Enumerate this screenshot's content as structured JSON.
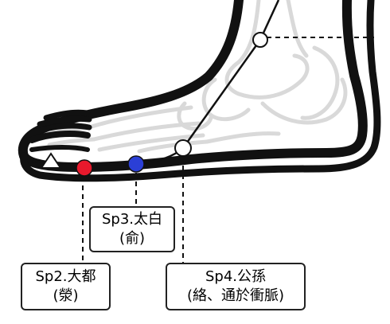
{
  "diagram": {
    "labels": {
      "sp3": {
        "name": "Sp3.太白",
        "note": "(俞)"
      },
      "sp2": {
        "name": "Sp2.大都",
        "note": "(滎)"
      },
      "sp4": {
        "name": "Sp4.公孫",
        "note": "(絡、通於衝脈)"
      }
    },
    "colors": {
      "outline": "#111111",
      "bone": "#d9d9d9",
      "marker_sp2": "#e8192c",
      "marker_sp3": "#2b3fd6",
      "marker_open": "#ffffff"
    }
  }
}
